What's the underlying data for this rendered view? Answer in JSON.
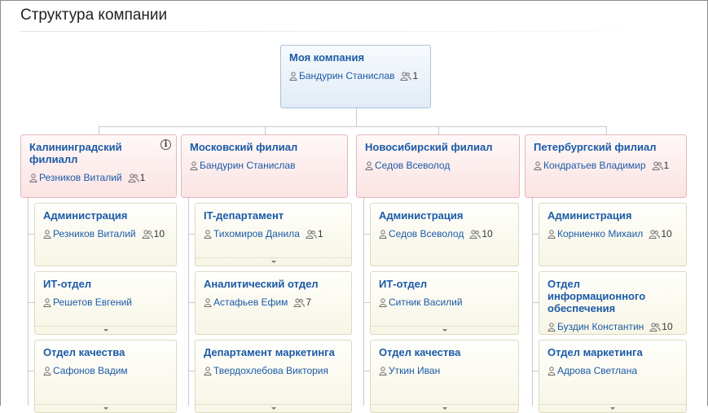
{
  "page": {
    "title": "Структура компании"
  },
  "root": {
    "name": "Моя компания",
    "head": "Бандурин Станислав",
    "count": "1"
  },
  "branches": [
    {
      "name": "Калининградский филиалл",
      "head": "Резников Виталий",
      "count": "1",
      "info_icon": "i",
      "departments": [
        {
          "name": "Администрация",
          "head": "Резников Виталий",
          "count": "10"
        },
        {
          "name": "ИТ-отдел",
          "head": "Решетов Евгений"
        },
        {
          "name": "Отдел качества",
          "head": "Сафонов Вадим"
        }
      ]
    },
    {
      "name": "Московский филиал",
      "head": "Бандурин Станислав",
      "departments": [
        {
          "name": "IT-департамент",
          "head": "Тихомиров Данила",
          "count": "1"
        },
        {
          "name": "Аналитический отдел",
          "head": "Астафьев Ефим",
          "count": "7"
        },
        {
          "name": "Департамент маркетинга",
          "head": "Твердохлебова Виктория"
        }
      ]
    },
    {
      "name": "Новосибирский филиал",
      "head": "Седов Всеволод",
      "departments": [
        {
          "name": "Администрация",
          "head": "Седов Всеволод",
          "count": "10"
        },
        {
          "name": "ИТ-отдел",
          "head": "Ситник Василий"
        },
        {
          "name": "Отдел качества",
          "head": "Уткин Иван"
        }
      ]
    },
    {
      "name": "Петербургский филиал",
      "head": "Кондратьев Владимир",
      "count": "1",
      "departments": [
        {
          "name": "Администрация",
          "head": "Корниенко Михаил",
          "count": "10"
        },
        {
          "name": "Отдел информационного обеспечения",
          "head": "Буздин Константин",
          "count": "10"
        },
        {
          "name": "Отдел маркетинга",
          "head": "Адрова Светлана"
        }
      ]
    }
  ],
  "icons": {
    "person": "person-icon",
    "group": "group-icon",
    "expand": "chevron-down-icon",
    "info": "info-icon"
  },
  "colors": {
    "link": "#1b5aa6",
    "root_bg": "#e2ecf6",
    "branch_bg": "#fbe3e3",
    "dept_bg": "#f7f5e5",
    "connector": "#c9c9c9"
  }
}
